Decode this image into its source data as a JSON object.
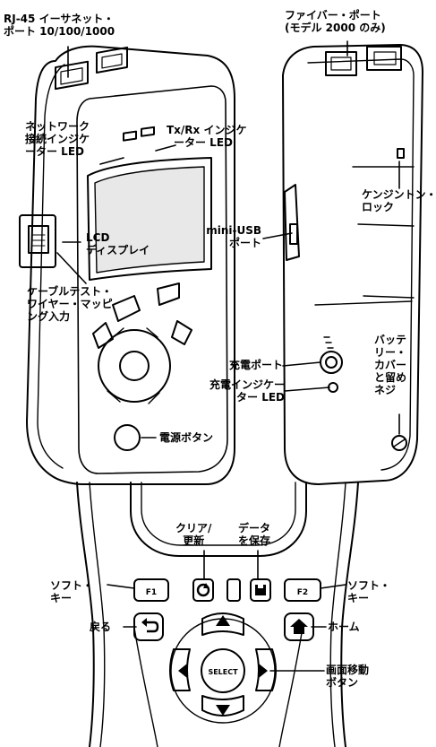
{
  "labels": {
    "rj45_line1": "RJ-45 イーサネット・",
    "rj45_line2": "ポート 10/100/1000",
    "fiber_line1": "ファイバー・ポート",
    "fiber_line2": "(モデル 2000 のみ)",
    "net_ind_line1": "ネットワーク",
    "net_ind_line2": "接続インジケ",
    "net_ind_line3": "ーター LED",
    "txrx_line1": "Tx/Rx インジケ",
    "txrx_line2": "ーター LED",
    "kensington_line1": "ケンジントン・",
    "kensington_line2": "ロック",
    "miniusb_line1": "mini-USB",
    "miniusb_line2": "ポート",
    "lcd_line1": "LCD",
    "lcd_line2": "ディスプレイ",
    "cable_line1": "ケーブルテスト・",
    "cable_line2": "ワイヤー・マッピ",
    "cable_line3": "ング入力",
    "battery_line1": "バッテ",
    "battery_line2": "リー・",
    "battery_line3": "カバー",
    "battery_line4": "と留め",
    "battery_line5": "ネジ",
    "charge_port": "充電ポート",
    "charge_ind_line1": "充電インジケー",
    "charge_ind_line2": "ター LED",
    "power_button": "電源ボタン",
    "clear_line1": "クリア/",
    "clear_line2": "更新",
    "save_line1": "データ",
    "save_line2": "を保存",
    "softkey_left_line1": "ソフト・",
    "softkey_left_line2": "キー",
    "softkey_right_line1": "ソフト・",
    "softkey_right_line2": "キー",
    "back": "戻る",
    "home": "ホーム",
    "nav_line1": "画面移動",
    "nav_line2": "ボタン"
  },
  "keys": {
    "f1": "F1",
    "f2": "F2",
    "select": "SELECT"
  },
  "icons": [
    "refresh-icon",
    "save-icon",
    "back-arrow-icon",
    "home-icon",
    "arrow-up-icon",
    "arrow-down-icon",
    "arrow-left-icon",
    "arrow-right-icon"
  ]
}
